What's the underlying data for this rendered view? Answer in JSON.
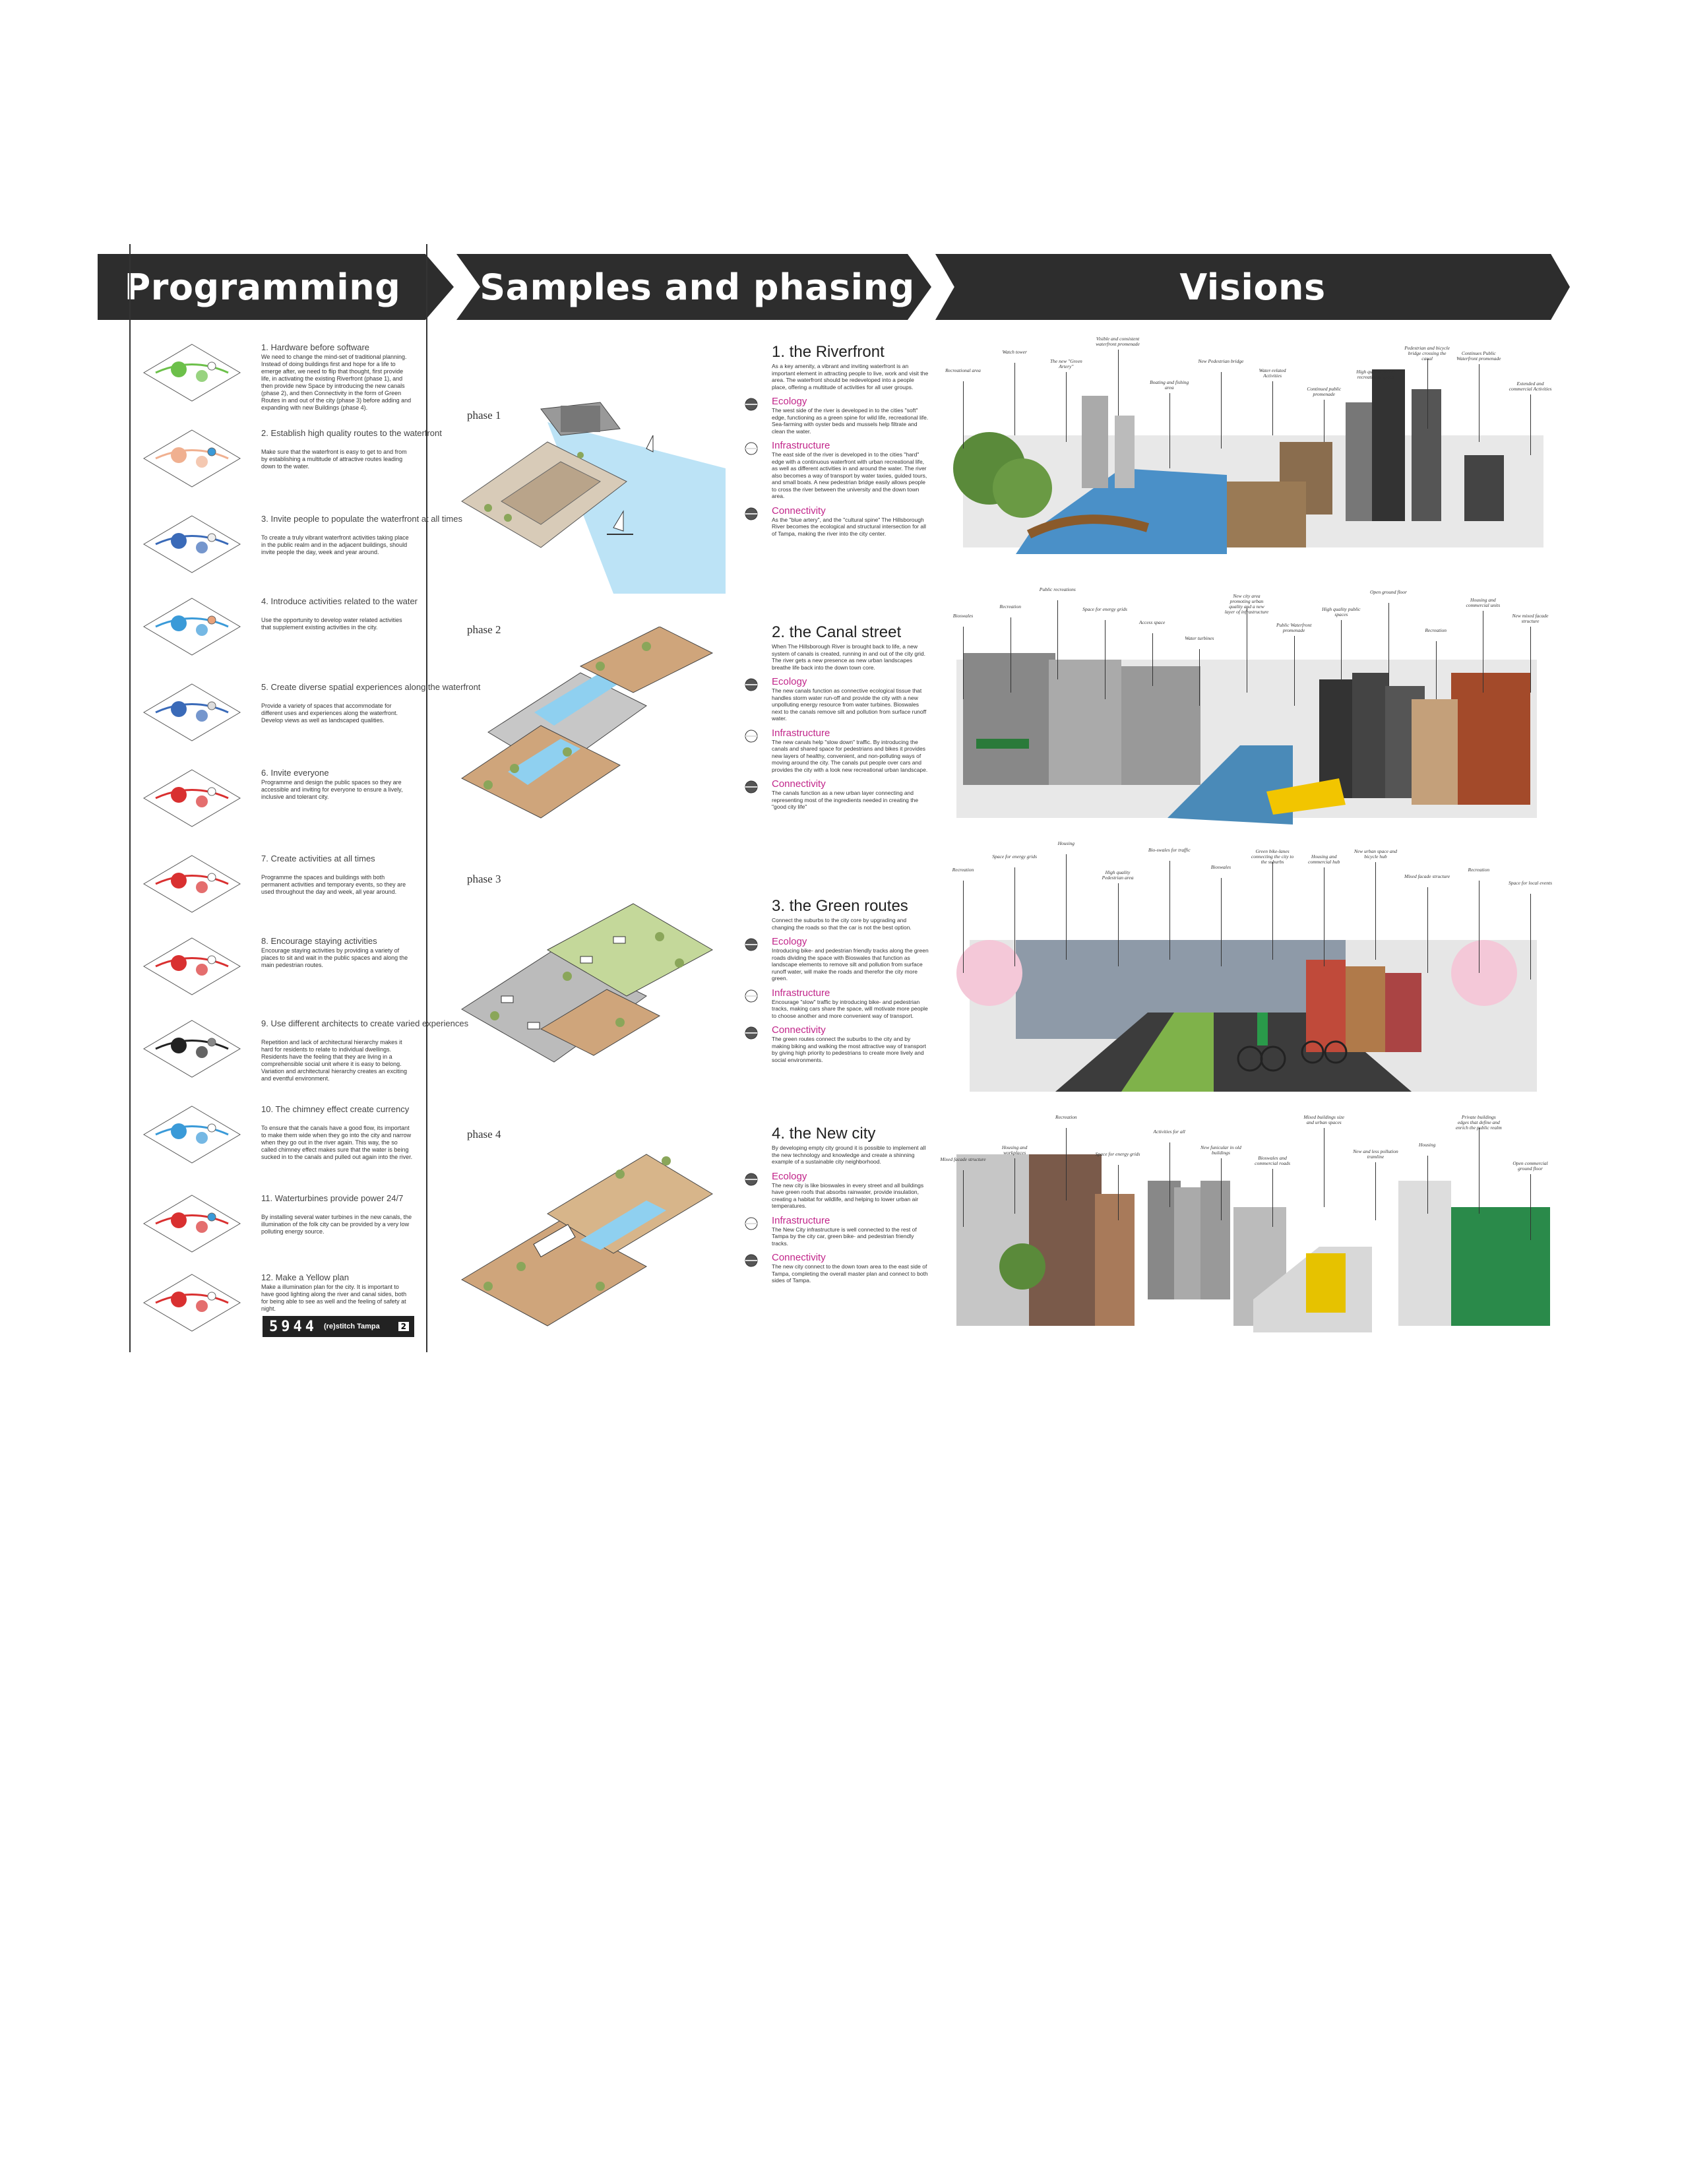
{
  "headers": {
    "programming": "Programming",
    "samples": "Samples and phasing",
    "visions": "Visions"
  },
  "programming": {
    "items": [
      {
        "title": "1. Hardware before software",
        "body": "We need to change the mind-set of traditional planning. Instead of doing buildings first and hope for a life to emerge after, we need to flip that thought, first provide life, in activating the existing Riverfront (phase 1), and then provide new Space by introducing the new canals (phase 2), and then Connectivity in the form of Green Routes in and out of the city (phase 3) before adding and expanding with new Buildings (phase 4)."
      },
      {
        "title": "2. Establish high quality routes to the waterfront",
        "body": "Make sure that the waterfront is easy to get to and from by establishing a multitude of attractive routes leading down to the water."
      },
      {
        "title": "3. Invite people to populate the waterfront at all times",
        "body": "To create a truly vibrant waterfront activities taking place in the public realm and in the adjacent buildings, should invite people the day, week and year around."
      },
      {
        "title": "4. Introduce activities related to the water",
        "body": "Use the opportunity to develop water related activities that supplement existing activities in the city."
      },
      {
        "title": "5. Create diverse spatial experiences along the waterfront",
        "body": "Provide a variety of spaces that accommodate for different uses and experiences along the waterfront. Develop views as well as landscaped qualities."
      },
      {
        "title": "6. Invite everyone",
        "body": "Programme and design the public spaces so they are accessible and inviting for everyone to ensure a lively, inclusive and tolerant city."
      },
      {
        "title": "7. Create activities at all times",
        "body": "Programme the spaces and buildings with both permanent activities and temporary events, so they are used throughout the day and week, all year around."
      },
      {
        "title": "8. Encourage staying activities",
        "body": "Encourage staying activities by providing a variety of places to sit and wait in the public spaces and along the main pedestrian routes."
      },
      {
        "title": "9. Use different architects to create varied experiences",
        "body": "Repetition and lack of architectural hierarchy makes it hard for residents to relate to individual dwellings. Residents have the feeling that they are living in a comprehensible social unit where it is easy to belong. Variation and architectural hierarchy creates an exciting and eventful environment."
      },
      {
        "title": "10. The chimney effect create currency",
        "body": "To ensure that the canals have a good flow, its important to make them wide when they go into the city and narrow when they go out in the river again. This way, the so called chimney effect makes sure that the water is being sucked in to the canals and pulled out again into the river."
      },
      {
        "title": "11. Waterturbines provide power 24/7",
        "body": "By installing several water turbines in the new canals, the illumination of the folk city can be provided by a very low polluting energy source."
      },
      {
        "title": "12. Make a Yellow plan",
        "body": "Make a illumination plan for the city. It is important to have good lighting along the river and canal sides, both for being able to see as well and the feeling of safety at night."
      }
    ],
    "footer": {
      "number": "5944",
      "label": "(re)stitch Tampa",
      "page": "2"
    }
  },
  "phases": [
    "phase 1",
    "phase 2",
    "phase 3",
    "phase 4"
  ],
  "sections": [
    {
      "title": "1. the Riverfront",
      "body": "As a key amenity, a vibrant and inviting waterfront is an important element in attracting people to live, work and visit the area. The waterfront should be redeveloped into a people place, offering a multitude of activities for all user groups.",
      "subs": [
        {
          "h": "Ecology",
          "b": "The west side of the river is developed in to the cities \"soft\" edge, functioning as a green spine for wild life, recreational life. Sea-farming with oyster beds and mussels help filtrate and clean the water."
        },
        {
          "h": "Infrastructure",
          "b": "The east side of the river is developed in to the cities \"hard\" edge with a continuous waterfront with urban recreational life, as well as different activities in and around the water. The river also becomes a way of transport by water taxies, guided tours, and small boats. A new pedestrian bridge easily allows people to cross the river between the university and the down town area."
        },
        {
          "h": "Connectivity",
          "b": "As the \"blue artery\", and the \"cultural spine\" The Hillsborough River becomes the ecological and structural intersection for all of Tampa, making the river into the city center."
        }
      ]
    },
    {
      "title": "2. the Canal street",
      "body": "When The Hillsborough River is brought back to life, a new system of canals is created, running in and out of the city grid. The river gets a new presence as new urban landscapes breathe life back into the down town core.",
      "subs": [
        {
          "h": "Ecology",
          "b": "The new canals function as connective ecological tissue that handles storm water run-off and provide the city with a new unpolluting energy resource from water turbines. Bioswales next to the canals remove silt and pollution from surface runoff water."
        },
        {
          "h": "Infrastructure",
          "b": "The new canals help \"slow down\" traffic. By introducing the canals and shared space for pedestrians and bikes it provides new layers of healthy, convenient, and non-polluting ways of moving around the city. The canals put people over cars and provides the city with a look new recreational urban landscape."
        },
        {
          "h": "Connectivity",
          "b": "The canals function as a new urban layer connecting and representing most of the ingredients needed in creating the \"good city life\""
        }
      ]
    },
    {
      "title": "3. the Green routes",
      "body": "Connect the suburbs to the city core by upgrading and changing the roads so that the car is not the best option.",
      "subs": [
        {
          "h": "Ecology",
          "b": "Introducing bike- and pedestrian friendly tracks along the green roads dividing the space with Bioswales that function as landscape elements to remove silt and pollution from surface runoff water, will make the roads and therefor the city more green."
        },
        {
          "h": "Infrastructure",
          "b": "Encourage \"slow\" traffic by introducing bike- and pedestrian tracks, making cars share the space, will motivate more people to choose another and more convenient way of transport."
        },
        {
          "h": "Connectivity",
          "b": "The green routes connect the suburbs to the city and by making biking and walking the most attractive way of transport by giving high priority to pedestrians to create more lively and social environments."
        }
      ]
    },
    {
      "title": "4. the New city",
      "body": "By developing empty city ground it is possible to implement all the new technology and knowledge and create a shinning example of a sustainable city neighborhood.",
      "subs": [
        {
          "h": "Ecology",
          "b": "The new city is like bioswales in every street and all buildings have green roofs that absorbs rainwater, provide insulation, creating a habitat for wildlife, and helping to lower urban air temperatures."
        },
        {
          "h": "Infrastructure",
          "b": "The New City infrastructure is well connected to the rest of Tampa by the city car, green bike- and pedestrian friendly tracks."
        },
        {
          "h": "Connectivity",
          "b": "The new city connect to the down town area to the east side of Tampa, completing the overall master plan and connect to both sides of Tampa."
        }
      ]
    }
  ],
  "visions": {
    "v1": [
      "Recreational area",
      "Watch tower",
      "The new \"Green Artery\"",
      "Visible and consistent waterfront promenade",
      "Boating and fishing area",
      "New Pedestrian bridge",
      "Water-related Activities",
      "Continued public promenade",
      "High quality public recreational space",
      "Pedestrian and bicycle bridge crossing the canal",
      "Continues Public Waterfront promenade",
      "Extended and commercial Activities"
    ],
    "v2": [
      "Bioswales",
      "Recreation",
      "Public recreations",
      "Space for energy grids",
      "Access space",
      "Water turbines",
      "New city area promoting urban quality and a new layer of infrastructure",
      "Public Waterfront promenade",
      "High quality public spaces",
      "Open ground floor",
      "Recreation",
      "Housing and commercial units",
      "New mixed facade structure"
    ],
    "v3": [
      "Recreation",
      "Space for energy grids",
      "Housing",
      "High quality Pedestrian area",
      "Bio-swales for traffic",
      "Bioswales",
      "Green bike-lanes connecting the city to the suburbs",
      "Housing and commercial hub",
      "New urban space and bicycle hub",
      "Mixed facade structure",
      "Recreation",
      "Space for local events"
    ],
    "v4": [
      "Mixed facade structure",
      "Housing and workplaces",
      "Recreation",
      "Space for energy grids",
      "Activities for all",
      "New funicular in old buildings",
      "Bioswales and commercial roads",
      "Mixed buildings size and urban spaces",
      "New and less pollution tramline",
      "Housing",
      "Private buildings edges that define and enrich the public realm",
      "Open commercial ground floor"
    ]
  },
  "colors": {
    "banner": "#2d2d2d",
    "accent": "#c2268a",
    "water": "#8fd0f0"
  }
}
